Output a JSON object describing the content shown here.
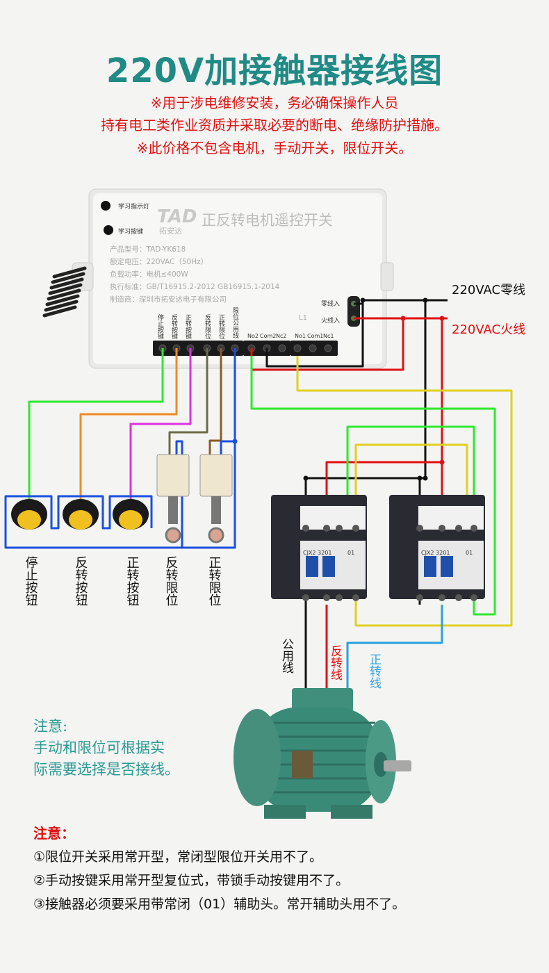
{
  "title": "220V加接触器接线图",
  "warnings": [
    "※用于涉电维修安装，务必确保操作人员",
    "持有电工类作业资质并采取必要的断电、绝缘防护措施。",
    "※此价格不包含电机，手动开关，限位开关。"
  ],
  "controller": {
    "brand_cn": "拓安达",
    "brand_logo": "TAD",
    "product_title": "正反转电机遥控开关",
    "led_label": "学习指示灯",
    "button_label": "学习按键",
    "specs": [
      "产品型号：TAD-YK618",
      "额定电压：220VAC（50Hz）",
      "负载功率：电机≤400W",
      "执行标准：GB/T16915.2-2012 GB16915.1-2014",
      "制造商：深圳市拓安达电子有限公司"
    ],
    "input_labels": [
      "零线入",
      "火线入"
    ],
    "terminal_labels": [
      "停止按键",
      "反转按键",
      "正转按键",
      "反转限位",
      "正转限位",
      "限位公用线"
    ],
    "relay_labels": [
      "No2",
      "Com2",
      "Nc2",
      "No1",
      "Com1",
      "Nc1"
    ],
    "mark": "L1"
  },
  "line_labels": {
    "neutral": "220VAC零线",
    "live": "220VAC火线"
  },
  "switch_labels": [
    "停止按钮",
    "反转按钮",
    "正转按钮",
    "反转限位",
    "正转限位"
  ],
  "contactor_model": "CJX2 3201",
  "contactor_aux": "01",
  "motor_wire_labels": {
    "common": "公用线",
    "reverse": "反转线",
    "forward": "正转线"
  },
  "note1": {
    "title": "注意:",
    "lines": [
      "手动和限位可根据实",
      "际需要选择是否接线。"
    ]
  },
  "note2": {
    "title": "注意：",
    "lines": [
      "①限位开关采用常开型，常闭型限位开关用不了。",
      "②手动按键采用常开型复位式，带锁手动按键用不了。",
      "③接触器必须要采用带常闭（01）辅助头。常开辅助头用不了。"
    ]
  },
  "colors": {
    "title": "#1f8a86",
    "warning": "#e01010",
    "neutral_wire": "#111111",
    "live_wire": "#e01010",
    "green_wire": "#2ee82e",
    "orange_wire": "#f08a24",
    "magenta_wire": "#e030e0",
    "olive_wire": "#6b6b4a",
    "brown_wire": "#8a5a2a",
    "blue_wire": "#1a4fe0",
    "yellow_wire": "#e0d020",
    "cyan_wire": "#2aa0e0",
    "motor": "#3a8a78"
  }
}
